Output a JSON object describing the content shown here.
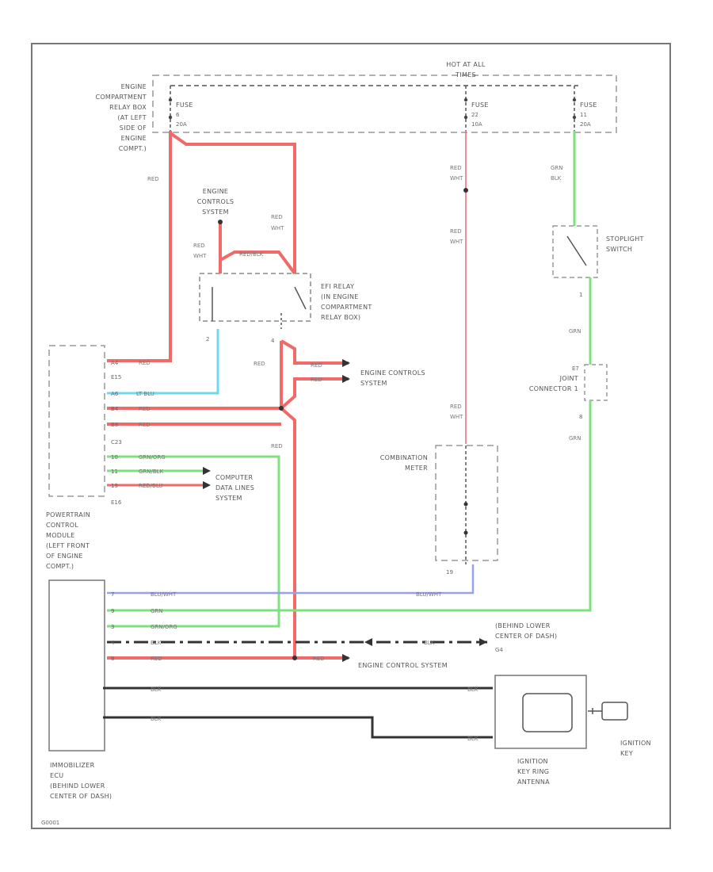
{
  "title_hot": [
    "HOT AT ALL",
    "TIMES"
  ],
  "relay_box": [
    "ENGINE",
    "COMPARTMENT",
    "RELAY BOX",
    "(AT LEFT",
    "SIDE OF",
    "ENGINE",
    "COMPT.)"
  ],
  "fuses": [
    {
      "label": "FUSE",
      "num": "6",
      "amp": "20A"
    },
    {
      "label": "FUSE",
      "num": "22",
      "amp": "10A"
    },
    {
      "label": "FUSE",
      "num": "11",
      "amp": "20A"
    }
  ],
  "wires": {
    "red": "RED",
    "red_wht": "RED\nWHT",
    "grn_blk": "GRN\nBLK",
    "grn": "GRN",
    "lt_blu": "LT BLU",
    "grn_org": "GRN/ORG",
    "grn_blk2": "GRN/BLK",
    "red_blu": "RED/BLU",
    "blu_wht": "BLU/WHT",
    "blk": "BLK",
    "red_blk": "RED/BLK"
  },
  "engine_ctrl_sys_top": [
    "ENGINE",
    "CONTROLS",
    "SYSTEM"
  ],
  "efi_relay": [
    "EFI RELAY",
    "(IN ENGINE",
    "COMPARTMENT",
    "RELAY BOX)"
  ],
  "engine_controls_system": [
    "ENGINE CONTROLS",
    "SYSTEM"
  ],
  "computer_data": [
    "COMPUTER",
    "DATA LINES",
    "SYSTEM"
  ],
  "stoplight": [
    "STOPLIGHT",
    "SWITCH"
  ],
  "joint_connector": [
    "JOINT",
    "CONNECTOR 1"
  ],
  "combination_meter": [
    "COMBINATION",
    "METER"
  ],
  "pcm": [
    "POWERTRAIN",
    "CONTROL",
    "MODULE",
    "(LEFT FRONT",
    "OF ENGINE",
    "COMPT.)"
  ],
  "pcm_conn": [
    "E15",
    "C23",
    "E16"
  ],
  "immobilizer": [
    "IMMOBILIZER",
    "ECU",
    "(BEHIND LOWER",
    "CENTER OF DASH)"
  ],
  "ground_loc": [
    "(BEHIND LOWER",
    "CENTER OF DASH)",
    "G4"
  ],
  "engine_controls_bottom": "ENGINE CONTROL SYSTEM",
  "antenna": [
    "IGNITION",
    "KEY RING",
    "ANTENNA"
  ],
  "ign_key": [
    "IGNITION",
    "KEY"
  ],
  "footer": "G0001",
  "colors": {
    "red": "#f06a6a",
    "green": "#7ee07e",
    "blue": "#9aa0f0",
    "cyan": "#6fd8ee",
    "black": "#333333",
    "yellowgreen": "#c6dd8c"
  }
}
